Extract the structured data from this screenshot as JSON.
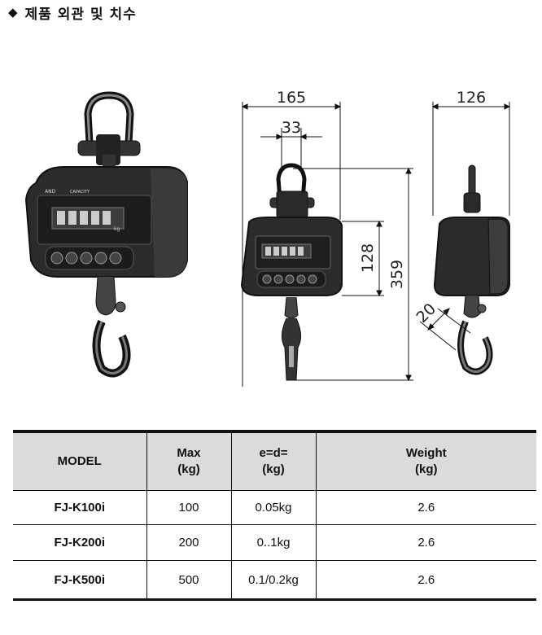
{
  "header": {
    "bullet": "◆",
    "title": "제품 외관 및 치수"
  },
  "drawing": {
    "dims": {
      "width_total": "165",
      "width_ring": "33",
      "depth": "126",
      "body_height": "128",
      "total_height": "359",
      "hook_opening": "20"
    },
    "product_labels": {
      "brand": "AND",
      "capacity": "CAPACITY",
      "unit": "kg"
    }
  },
  "table": {
    "headers": [
      {
        "line1": "MODEL",
        "line2": ""
      },
      {
        "line1": "Max",
        "line2": "(kg)"
      },
      {
        "line1": "e=d=",
        "line2": "(kg)"
      },
      {
        "line1": "Weight",
        "line2": "(kg)"
      }
    ],
    "rows": [
      {
        "model": "FJ-K100i",
        "max": "100",
        "ed": "0.05kg",
        "weight": "2.6"
      },
      {
        "model": "FJ-K200i",
        "max": "200",
        "ed": "0..1kg",
        "weight": "2.6"
      },
      {
        "model": "FJ-K500i",
        "max": "500",
        "ed": "0.1/0.2kg",
        "weight": "2.6"
      }
    ]
  }
}
